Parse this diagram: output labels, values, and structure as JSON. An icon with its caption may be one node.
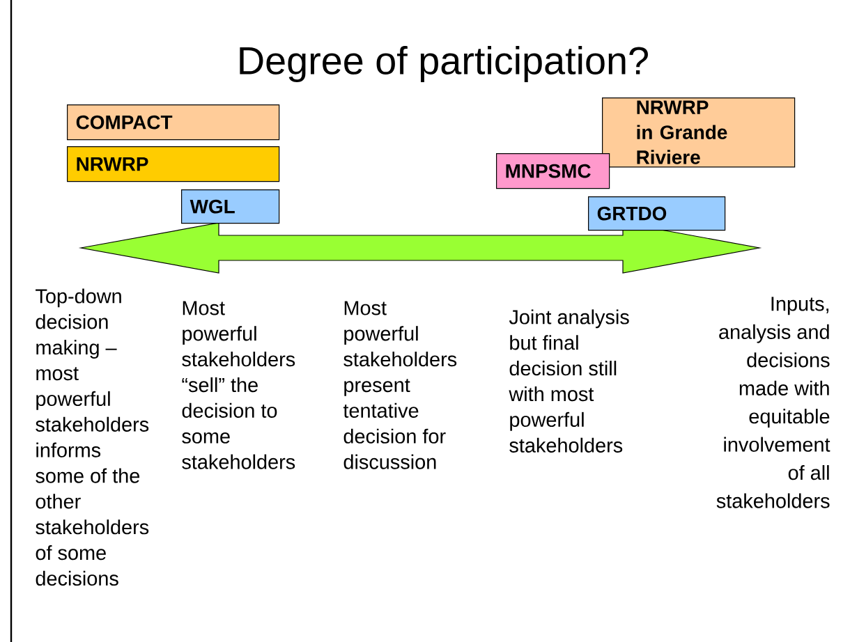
{
  "diagram": {
    "title": "Degree of participation?",
    "nodes": [
      {
        "text": [
          "COMPACT"
        ]
      },
      {
        "text": [
          "NRWRP"
        ]
      },
      {
        "text": [
          "WGL"
        ]
      },
      {
        "text": [
          "NRWRP in Grande Riviere"
        ]
      },
      {
        "text": [
          "MNPSMC"
        ]
      },
      {
        "text": [
          "GRTDO"
        ]
      }
    ],
    "labels": [
      "Top-down decision making – most powerful stakeholders informs some of the other stakeholders of some decisions",
      "Most powerful stakeholders “sell” the decision to some stakeholders",
      "Most powerful stakeholders present tentative decision for discussion",
      "Joint analysis but final decision still with most powerful stakeholders",
      "Inputs, analysis and decisions made with equitable involvement of all stakeholders"
    ]
  }
}
